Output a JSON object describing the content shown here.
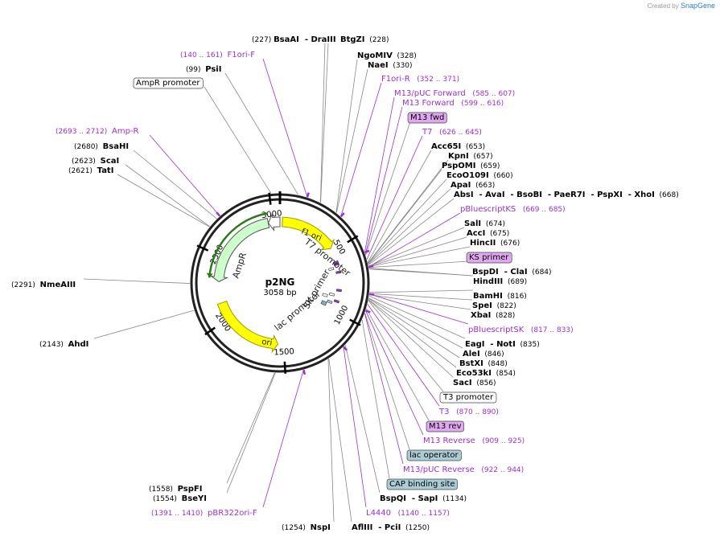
{
  "credit": {
    "prefix": "Created by",
    "brand": "SnapGene"
  },
  "plasmid": {
    "name": "p2NG",
    "size_label": "3058 bp",
    "length": 3058
  },
  "ticks": [
    {
      "bp": 500,
      "label": "500"
    },
    {
      "bp": 1000,
      "label": "1000"
    },
    {
      "bp": 1500,
      "label": "1500"
    },
    {
      "bp": 2000,
      "label": "2000"
    },
    {
      "bp": 2500,
      "label": "2500"
    },
    {
      "bp": 3000,
      "label": "3000"
    }
  ],
  "features": [
    {
      "name": "f1 ori",
      "start": 19,
      "end": 474,
      "color": "#ffff00",
      "stroke": "#999900",
      "direction": 1,
      "ring": "mid",
      "label": "f1 ori"
    },
    {
      "name": "ori",
      "start": 1545,
      "end": 2133,
      "color": "#ffff00",
      "stroke": "#999900",
      "direction": -1,
      "ring": "mid",
      "label": "ori"
    },
    {
      "name": "AmpR",
      "start": 2304,
      "end": 2964,
      "color": "#ccffcc",
      "stroke": "#555555",
      "direction": -1,
      "ring": "mid",
      "label": "AmpR"
    },
    {
      "name": "AmpR promoter",
      "start": 2965,
      "end": 3058,
      "color": "#ffffff",
      "stroke": "#555555",
      "direction": -1,
      "ring": "mid",
      "label": ""
    }
  ],
  "inner_labels": [
    {
      "text": "T7 promoter",
      "role": "t7-promoter-label"
    },
    {
      "text": "SK primer",
      "role": "sk-primer-label"
    },
    {
      "text": "lac promoter",
      "role": "lac-promoter-label"
    },
    {
      "text": "AmpR",
      "role": "ampr-label"
    },
    {
      "text": "f1 ori",
      "role": "f1ori-label"
    },
    {
      "text": "ori",
      "role": "ori-label"
    }
  ],
  "sites": [
    {
      "bp": 227,
      "parts": [
        {
          "t": "(227) ",
          "s": "pos"
        },
        {
          "t": "BsaAI",
          "s": "enz"
        },
        {
          "t": "  - DraIII",
          "s": "enz"
        }
      ],
      "style": "enzyme"
    },
    {
      "bp": 228,
      "parts": [
        {
          "t": "BtgZI",
          "s": "enz"
        },
        {
          "t": "  (228)",
          "s": "pos"
        }
      ],
      "style": "enzyme"
    },
    {
      "bp": 150,
      "parts": [
        {
          "t": "(140 .. 161)  ",
          "s": "ppos"
        },
        {
          "t": "F1ori-F",
          "s": "pname"
        }
      ],
      "style": "primer"
    },
    {
      "bp": 99,
      "parts": [
        {
          "t": "(99)  ",
          "s": "pos"
        },
        {
          "t": "PsiI",
          "s": "enz"
        }
      ],
      "style": "enzyme"
    },
    {
      "bp": 3010,
      "parts": [
        {
          "t": "AmpR promoter",
          "s": "box"
        }
      ],
      "style": "boxwhite"
    },
    {
      "bp": 2702,
      "parts": [
        {
          "t": "(2693 .. 2712)  ",
          "s": "ppos"
        },
        {
          "t": "Amp-R",
          "s": "pname"
        }
      ],
      "style": "primer"
    },
    {
      "bp": 2680,
      "parts": [
        {
          "t": "(2680)  ",
          "s": "pos"
        },
        {
          "t": "BsaHI",
          "s": "enz"
        }
      ],
      "style": "enzyme"
    },
    {
      "bp": 2623,
      "parts": [
        {
          "t": "(2623)  ",
          "s": "pos"
        },
        {
          "t": "ScaI",
          "s": "enz"
        }
      ],
      "style": "enzyme"
    },
    {
      "bp": 2621,
      "parts": [
        {
          "t": "(2621)  ",
          "s": "pos"
        },
        {
          "t": "TatI",
          "s": "enz"
        }
      ],
      "style": "enzyme"
    },
    {
      "bp": 2291,
      "parts": [
        {
          "t": "(2291)  ",
          "s": "pos"
        },
        {
          "t": "NmeAIII",
          "s": "enz"
        }
      ],
      "style": "enzyme"
    },
    {
      "bp": 2143,
      "parts": [
        {
          "t": "(2143)  ",
          "s": "pos"
        },
        {
          "t": "AhdI",
          "s": "enz"
        }
      ],
      "style": "enzyme"
    },
    {
      "bp": 1558,
      "parts": [
        {
          "t": "(1558)  ",
          "s": "pos"
        },
        {
          "t": "PspFI",
          "s": "enz"
        }
      ],
      "style": "enzyme"
    },
    {
      "bp": 1554,
      "parts": [
        {
          "t": "(1554)  ",
          "s": "pos"
        },
        {
          "t": "BseYI",
          "s": "enz"
        }
      ],
      "style": "enzyme"
    },
    {
      "bp": 1400,
      "parts": [
        {
          "t": "(1391 .. 1410)  ",
          "s": "ppos"
        },
        {
          "t": "pBR322ori-F",
          "s": "pname"
        }
      ],
      "style": "primer"
    },
    {
      "bp": 1254,
      "parts": [
        {
          "t": "(1254)  ",
          "s": "pos"
        },
        {
          "t": "NspI",
          "s": "enz"
        }
      ],
      "style": "enzyme"
    },
    {
      "bp": 1250,
      "parts": [
        {
          "t": "AflIII",
          "s": "enz"
        },
        {
          "t": "  - PciI",
          "s": "enz"
        },
        {
          "t": "  (1250)",
          "s": "pos"
        }
      ],
      "style": "enzyme"
    },
    {
      "bp": 328,
      "parts": [
        {
          "t": "NgoMIV",
          "s": "enz"
        },
        {
          "t": "  (328)",
          "s": "pos"
        }
      ],
      "style": "enzyme"
    },
    {
      "bp": 330,
      "parts": [
        {
          "t": "NaeI",
          "s": "enz"
        },
        {
          "t": "  (330)",
          "s": "pos"
        }
      ],
      "style": "enzyme"
    },
    {
      "bp": 361,
      "parts": [
        {
          "t": "F1ori-R",
          "s": "pname"
        },
        {
          "t": "   (352 .. 371)",
          "s": "ppos"
        }
      ],
      "style": "primer"
    },
    {
      "bp": 596,
      "parts": [
        {
          "t": "M13/pUC Forward",
          "s": "pname"
        },
        {
          "t": "   (585 .. 607)",
          "s": "ppos"
        }
      ],
      "style": "primer"
    },
    {
      "bp": 607,
      "parts": [
        {
          "t": "M13 Forward",
          "s": "pname"
        },
        {
          "t": "   (599 .. 616)",
          "s": "ppos"
        }
      ],
      "style": "primer"
    },
    {
      "bp": 612,
      "parts": [
        {
          "t": "M13 fwd",
          "s": "box"
        }
      ],
      "style": "boxviolet"
    },
    {
      "bp": 635,
      "parts": [
        {
          "t": "T7",
          "s": "pname"
        },
        {
          "t": "   (626 .. 645)",
          "s": "ppos"
        }
      ],
      "style": "primer"
    },
    {
      "bp": 653,
      "parts": [
        {
          "t": "Acc65I",
          "s": "enz"
        },
        {
          "t": "  (653)",
          "s": "pos"
        }
      ],
      "style": "enzyme"
    },
    {
      "bp": 657,
      "parts": [
        {
          "t": "KpnI",
          "s": "enz"
        },
        {
          "t": "  (657)",
          "s": "pos"
        }
      ],
      "style": "enzyme"
    },
    {
      "bp": 659,
      "parts": [
        {
          "t": "PspOMI",
          "s": "enz"
        },
        {
          "t": "  (659)",
          "s": "pos"
        }
      ],
      "style": "enzyme"
    },
    {
      "bp": 660,
      "parts": [
        {
          "t": "EcoO109I",
          "s": "enz"
        },
        {
          "t": "  (660)",
          "s": "pos"
        }
      ],
      "style": "enzyme"
    },
    {
      "bp": 663,
      "parts": [
        {
          "t": "ApaI",
          "s": "enz"
        },
        {
          "t": "  (663)",
          "s": "pos"
        }
      ],
      "style": "enzyme"
    },
    {
      "bp": 668,
      "parts": [
        {
          "t": "AbsI",
          "s": "enz"
        },
        {
          "t": "  - AvaI",
          "s": "enz"
        },
        {
          "t": "  - BsoBI",
          "s": "enz"
        },
        {
          "t": "  - PaeR7I",
          "s": "enz"
        },
        {
          "t": "  - PspXI",
          "s": "enz"
        },
        {
          "t": "  - XhoI",
          "s": "enz"
        },
        {
          "t": "  (668)",
          "s": "pos"
        }
      ],
      "style": "enzyme"
    },
    {
      "bp": 677,
      "parts": [
        {
          "t": "pBluescriptKS",
          "s": "pname"
        },
        {
          "t": "   (669 .. 685)",
          "s": "ppos"
        }
      ],
      "style": "primer"
    },
    {
      "bp": 674,
      "parts": [
        {
          "t": "SalI",
          "s": "enz"
        },
        {
          "t": "  (674)",
          "s": "pos"
        }
      ],
      "style": "enzyme"
    },
    {
      "bp": 675,
      "parts": [
        {
          "t": "AccI",
          "s": "enz"
        },
        {
          "t": "  (675)",
          "s": "pos"
        }
      ],
      "style": "enzyme"
    },
    {
      "bp": 676,
      "parts": [
        {
          "t": "HincII",
          "s": "enz"
        },
        {
          "t": "  (676)",
          "s": "pos"
        }
      ],
      "style": "enzyme"
    },
    {
      "bp": 680,
      "parts": [
        {
          "t": "KS primer",
          "s": "box"
        }
      ],
      "style": "boxviolet"
    },
    {
      "bp": 684,
      "parts": [
        {
          "t": "BspDI",
          "s": "enz"
        },
        {
          "t": "  - ClaI",
          "s": "enz"
        },
        {
          "t": "  (684)",
          "s": "pos"
        }
      ],
      "style": "enzyme"
    },
    {
      "bp": 689,
      "parts": [
        {
          "t": "HindIII",
          "s": "enz"
        },
        {
          "t": "  (689)",
          "s": "pos"
        }
      ],
      "style": "enzyme"
    },
    {
      "bp": 816,
      "parts": [
        {
          "t": "BamHI",
          "s": "enz"
        },
        {
          "t": "  (816)",
          "s": "pos"
        }
      ],
      "style": "enzyme"
    },
    {
      "bp": 822,
      "parts": [
        {
          "t": "SpeI",
          "s": "enz"
        },
        {
          "t": "  (822)",
          "s": "pos"
        }
      ],
      "style": "enzyme"
    },
    {
      "bp": 828,
      "parts": [
        {
          "t": "XbaI",
          "s": "enz"
        },
        {
          "t": "  (828)",
          "s": "pos"
        }
      ],
      "style": "enzyme"
    },
    {
      "bp": 825,
      "parts": [
        {
          "t": "pBluescriptSK",
          "s": "pname"
        },
        {
          "t": "   (817 .. 833)",
          "s": "ppos"
        }
      ],
      "style": "primer"
    },
    {
      "bp": 835,
      "parts": [
        {
          "t": "EagI",
          "s": "enz"
        },
        {
          "t": "  - NotI",
          "s": "enz"
        },
        {
          "t": "  (835)",
          "s": "pos"
        }
      ],
      "style": "enzyme"
    },
    {
      "bp": 846,
      "parts": [
        {
          "t": "AleI",
          "s": "enz"
        },
        {
          "t": "  (846)",
          "s": "pos"
        }
      ],
      "style": "enzyme"
    },
    {
      "bp": 848,
      "parts": [
        {
          "t": "BstXI",
          "s": "enz"
        },
        {
          "t": "  (848)",
          "s": "pos"
        }
      ],
      "style": "enzyme"
    },
    {
      "bp": 854,
      "parts": [
        {
          "t": "Eco53kI",
          "s": "enz"
        },
        {
          "t": "  (854)",
          "s": "pos"
        }
      ],
      "style": "enzyme"
    },
    {
      "bp": 856,
      "parts": [
        {
          "t": "SacI",
          "s": "enz"
        },
        {
          "t": "  (856)",
          "s": "pos"
        }
      ],
      "style": "enzyme"
    },
    {
      "bp": 860,
      "parts": [
        {
          "t": "T3 promoter",
          "s": "box"
        }
      ],
      "style": "boxwhite"
    },
    {
      "bp": 880,
      "parts": [
        {
          "t": "T3",
          "s": "pname"
        },
        {
          "t": "   (870 .. 890)",
          "s": "ppos"
        }
      ],
      "style": "primer"
    },
    {
      "bp": 905,
      "parts": [
        {
          "t": "M13 rev",
          "s": "box"
        }
      ],
      "style": "boxviolet"
    },
    {
      "bp": 917,
      "parts": [
        {
          "t": "M13 Reverse",
          "s": "pname"
        },
        {
          "t": "   (909 .. 925)",
          "s": "ppos"
        }
      ],
      "style": "primer"
    },
    {
      "bp": 930,
      "parts": [
        {
          "t": "lac operator",
          "s": "box"
        }
      ],
      "style": "boxteal"
    },
    {
      "bp": 933,
      "parts": [
        {
          "t": "M13/pUC Reverse",
          "s": "pname"
        },
        {
          "t": "   (922 .. 944)",
          "s": "ppos"
        }
      ],
      "style": "primer"
    },
    {
      "bp": 970,
      "parts": [
        {
          "t": "CAP binding site",
          "s": "box"
        }
      ],
      "style": "boxteal"
    },
    {
      "bp": 1134,
      "parts": [
        {
          "t": "BspQI",
          "s": "enz"
        },
        {
          "t": "  - SapI",
          "s": "enz"
        },
        {
          "t": "  (1134)",
          "s": "pos"
        }
      ],
      "style": "enzyme"
    },
    {
      "bp": 1148,
      "parts": [
        {
          "t": "L4440",
          "s": "pname"
        },
        {
          "t": "   (1140 .. 1157)",
          "s": "ppos"
        }
      ],
      "style": "primer"
    }
  ],
  "colors": {
    "backbone": "#222222",
    "enzyme_line": "#888888",
    "primer": "#9b30d0",
    "box_violet_fill": "#e0a8f0",
    "box_teal_fill": "#a9ccd6",
    "box_stroke": "#444444",
    "ampr_green": "#2b7a1a",
    "ampr_light": "#ccffcc",
    "ori_yellow": "#ffff00"
  }
}
